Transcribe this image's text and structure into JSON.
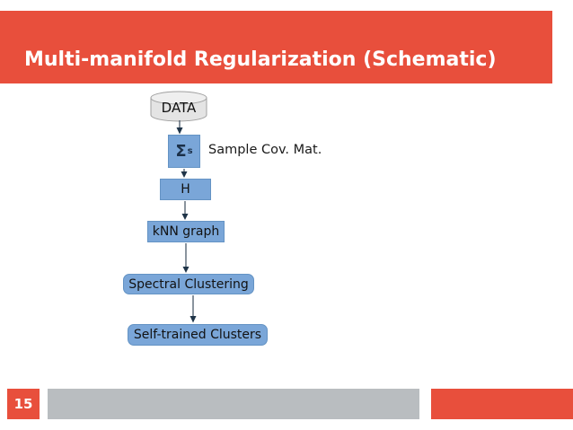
{
  "slide": {
    "title": "Multi-manifold Regularization (Schematic)",
    "page_number": "15"
  },
  "diagram": {
    "nodes": [
      {
        "id": "data",
        "label": "DATA",
        "shape": "cylinder"
      },
      {
        "id": "sigma",
        "label": "Σ",
        "subscript": "s",
        "shape": "rect",
        "annotation": "Sample Cov. Mat."
      },
      {
        "id": "h",
        "label": "H",
        "shape": "rect"
      },
      {
        "id": "knn",
        "label": "kNN graph",
        "shape": "rect"
      },
      {
        "id": "spectral",
        "label": "Spectral Clustering",
        "shape": "rounded-rect"
      },
      {
        "id": "selftrained",
        "label": "Self-trained Clusters",
        "shape": "rounded-rect"
      }
    ],
    "edges": [
      "data→sigma",
      "sigma→h",
      "h→knn",
      "knn→spectral",
      "spectral→selftrained"
    ]
  },
  "colors": {
    "accent_red": "#E84F3C",
    "node_blue_fill": "#7AA6D8",
    "node_blue_border": "#6493C4",
    "node_text_dark": "#1B3049",
    "cylinder_fill": "#E4E4E4",
    "cylinder_top_fill": "#EFEFEF",
    "cylinder_stroke": "#A0A0A0",
    "arrow_line": "#4A5A6A",
    "arrow_head": "#1F3448",
    "footer_gray": "#B9BDC0",
    "title_text": "#FFFFFF"
  }
}
